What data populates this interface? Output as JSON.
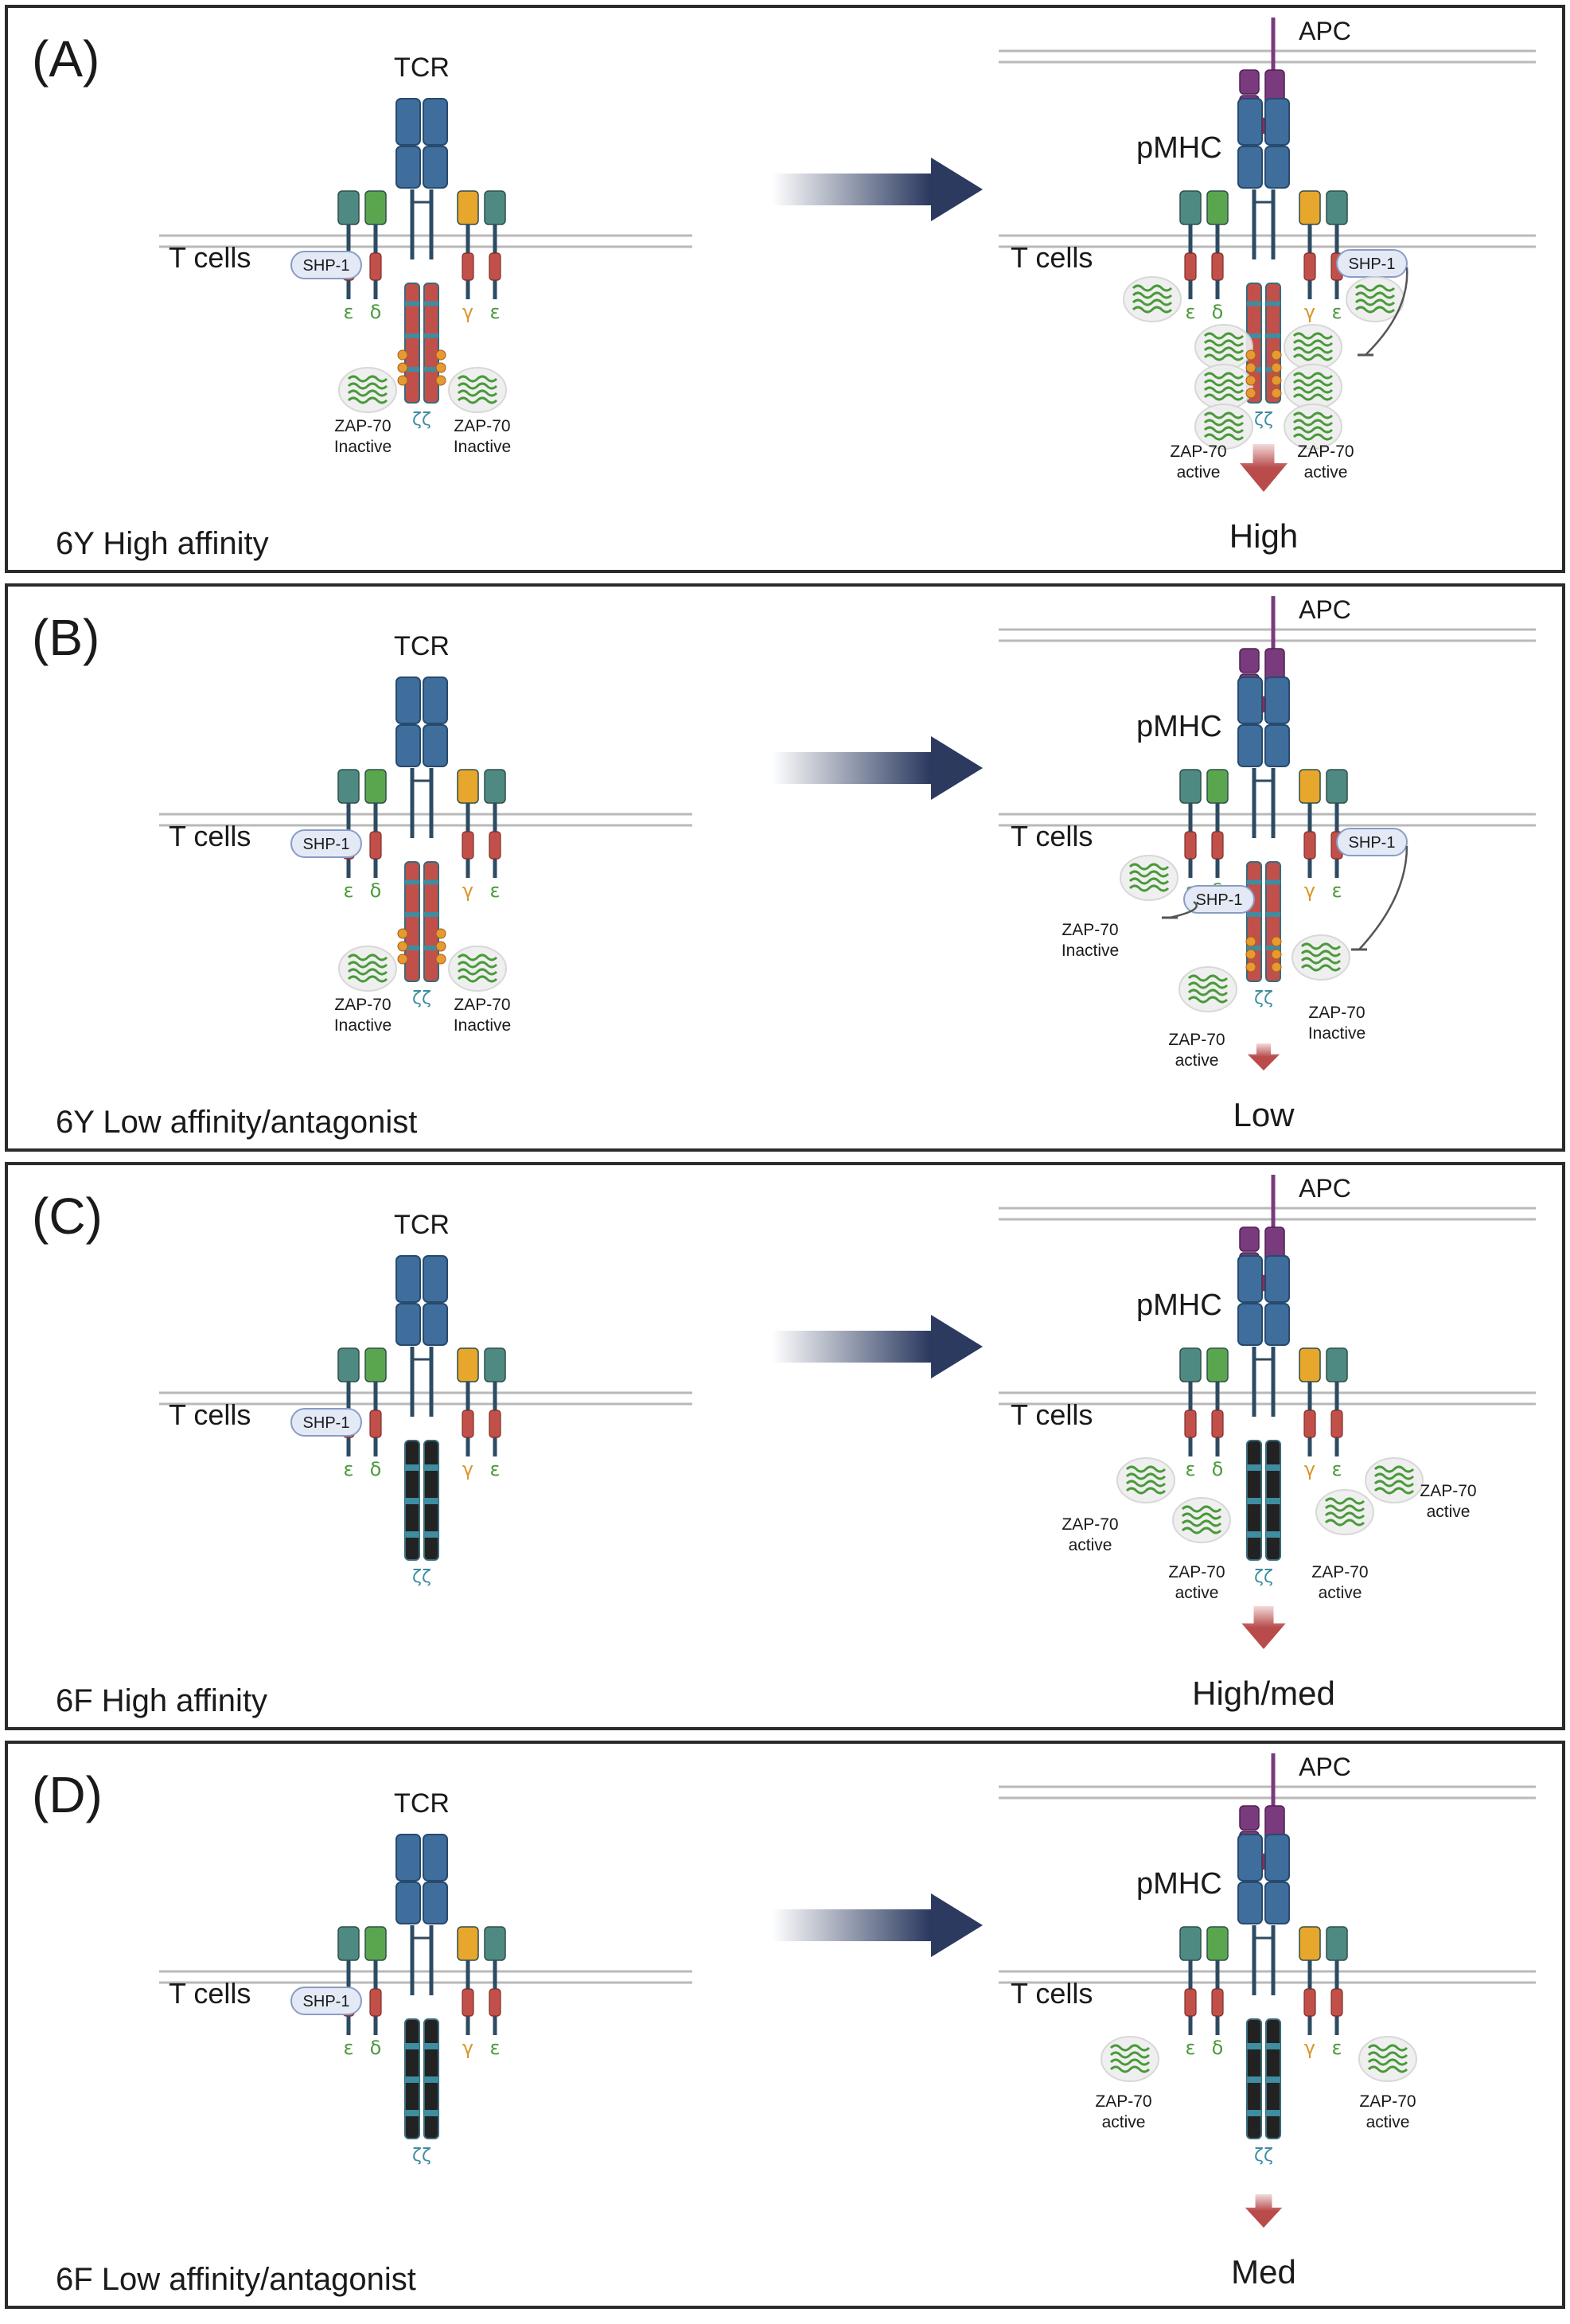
{
  "colors": {
    "frame": "#2b2b2b",
    "membrane": "#b9b9b9",
    "tcr": "#3f6e9c",
    "tcr_dark": "#274a6e",
    "cd3_teal": "#4f8a82",
    "cd3_green": "#5aa64e",
    "cd3_orange": "#e6a72c",
    "itam_red": "#c2504a",
    "zeta_black": "#222222",
    "phospho": "#e69a2f",
    "mhc_purple": "#7a3b7e",
    "peptide": "#b31e49",
    "arrow_navy": "#2c3a60",
    "signal_arrow": "#b94b4b",
    "zap_green": "#4a9a3a",
    "shp_fill": "#e3eaf6",
    "shp_stroke": "#8a9cc6",
    "greek_green": "#4a9a3a",
    "greek_orange": "#d8962a"
  },
  "panels": [
    {
      "id": "A",
      "panel_label": "(A)",
      "condition": "6Y High affinity",
      "output": "High",
      "output_arrow_level": 1.0,
      "zeta_style": "phosphorylated",
      "left": {
        "tcr": "TCR",
        "cell": "T cells",
        "shp": "SHP-1",
        "epsilon1": "ε",
        "delta": "δ",
        "gamma": "γ",
        "epsilon2": "ε",
        "zeta": "ζζ",
        "zap_left": "ZAP-70",
        "zap_left_state": "Inactive",
        "zap_right": "ZAP-70",
        "zap_right_state": "Inactive"
      },
      "right": {
        "apc": "APC",
        "pmhc": "pMHC",
        "cell": "T cells",
        "shp": "SHP-1",
        "epsilon1": "ε",
        "delta": "δ",
        "gamma": "γ",
        "epsilon2": "ε",
        "zeta": "ζζ",
        "zap_left": "ZAP-70",
        "zap_left_state": "active",
        "zap_right": "ZAP-70",
        "zap_right_state": "active"
      }
    },
    {
      "id": "B",
      "panel_label": "(B)",
      "condition": "6Y Low affinity/antagonist",
      "output": "Low",
      "output_arrow_level": 0.35,
      "zeta_style": "phosphorylated",
      "left": {
        "tcr": "TCR",
        "cell": "T cells",
        "shp": "SHP-1",
        "epsilon1": "ε",
        "delta": "δ",
        "gamma": "γ",
        "epsilon2": "ε",
        "zeta": "ζζ",
        "zap_left": "ZAP-70",
        "zap_left_state": "Inactive",
        "zap_right": "ZAP-70",
        "zap_right_state": "Inactive"
      },
      "right": {
        "apc": "APC",
        "pmhc": "pMHC",
        "cell": "T cells",
        "shp": "SHP-1",
        "shp2": "SHP-1",
        "epsilon1": "ε",
        "delta": "δ",
        "gamma": "γ",
        "epsilon2": "ε",
        "zeta": "ζζ",
        "zap_far_left": "ZAP-70",
        "zap_far_left_state": "Inactive",
        "zap_left": "ZAP-70",
        "zap_left_state": "active",
        "zap_right": "ZAP-70",
        "zap_right_state": "Inactive"
      }
    },
    {
      "id": "C",
      "panel_label": "(C)",
      "condition": "6F High affinity",
      "output": "High/med",
      "output_arrow_level": 0.85,
      "zeta_style": "mutant",
      "left": {
        "tcr": "TCR",
        "cell": "T cells",
        "shp": "SHP-1",
        "epsilon1": "ε",
        "delta": "δ",
        "gamma": "γ",
        "epsilon2": "ε",
        "zeta": "ζζ"
      },
      "right": {
        "apc": "APC",
        "pmhc": "pMHC",
        "cell": "T cells",
        "epsilon1": "ε",
        "delta": "δ",
        "gamma": "γ",
        "epsilon2": "ε",
        "zeta": "ζζ",
        "zap_far_left": "ZAP-70",
        "zap_far_left_state": "active",
        "zap_left": "ZAP-70",
        "zap_left_state": "active",
        "zap_right": "ZAP-70",
        "zap_right_state": "active",
        "zap_far_right": "ZAP-70",
        "zap_far_right_state": "active"
      }
    },
    {
      "id": "D",
      "panel_label": "(D)",
      "condition": "6F Low affinity/antagonist",
      "output": "Med",
      "output_arrow_level": 0.55,
      "zeta_style": "mutant",
      "left": {
        "tcr": "TCR",
        "cell": "T cells",
        "shp": "SHP-1",
        "epsilon1": "ε",
        "delta": "δ",
        "gamma": "γ",
        "epsilon2": "ε",
        "zeta": "ζζ"
      },
      "right": {
        "apc": "APC",
        "pmhc": "pMHC",
        "cell": "T cells",
        "epsilon1": "ε",
        "delta": "δ",
        "gamma": "γ",
        "epsilon2": "ε",
        "zeta": "ζζ",
        "zap_far_left": "ZAP-70",
        "zap_far_left_state": "active",
        "zap_far_right": "ZAP-70",
        "zap_far_right_state": "active"
      }
    }
  ]
}
